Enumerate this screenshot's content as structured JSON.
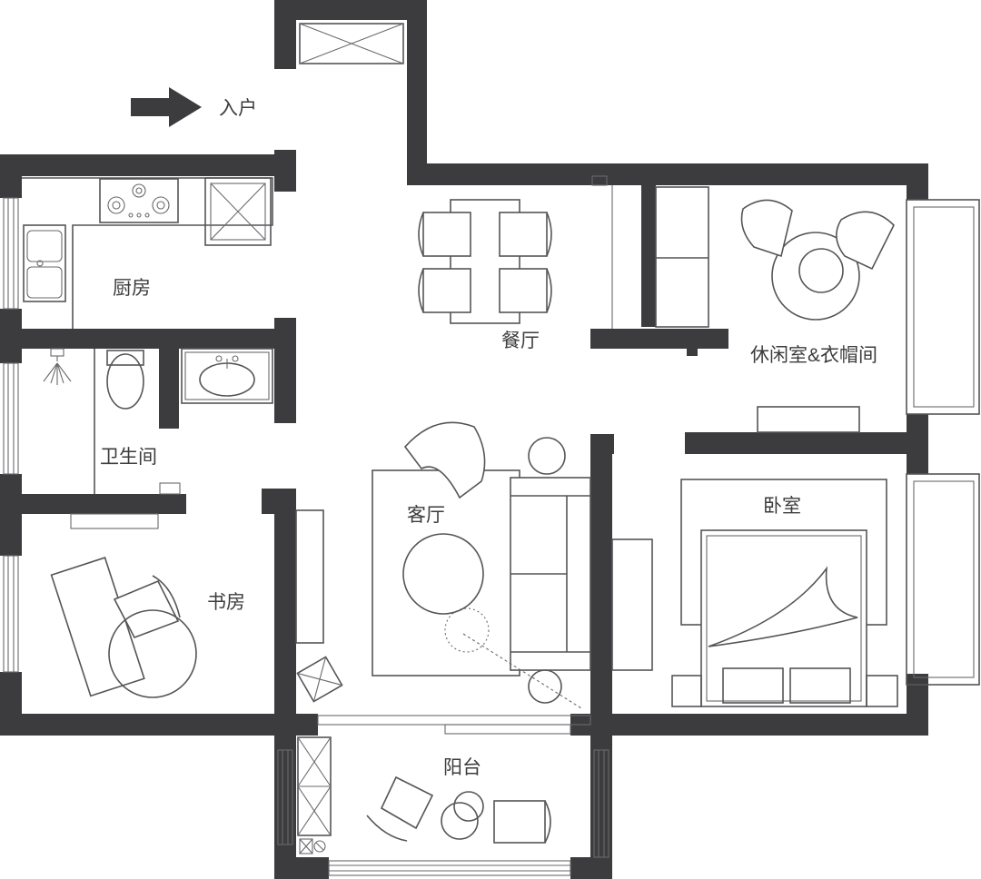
{
  "entry_label": "入户",
  "rooms": {
    "kitchen": "厨房",
    "dining": "餐厅",
    "leisure": "休闲室&衣帽间",
    "bathroom": "卫生间",
    "living": "客厅",
    "bedroom": "卧室",
    "study": "书房",
    "balcony": "阳台"
  },
  "colors": {
    "wall": "#3c3c3e",
    "line": "#555558",
    "background": "#ffffff"
  }
}
